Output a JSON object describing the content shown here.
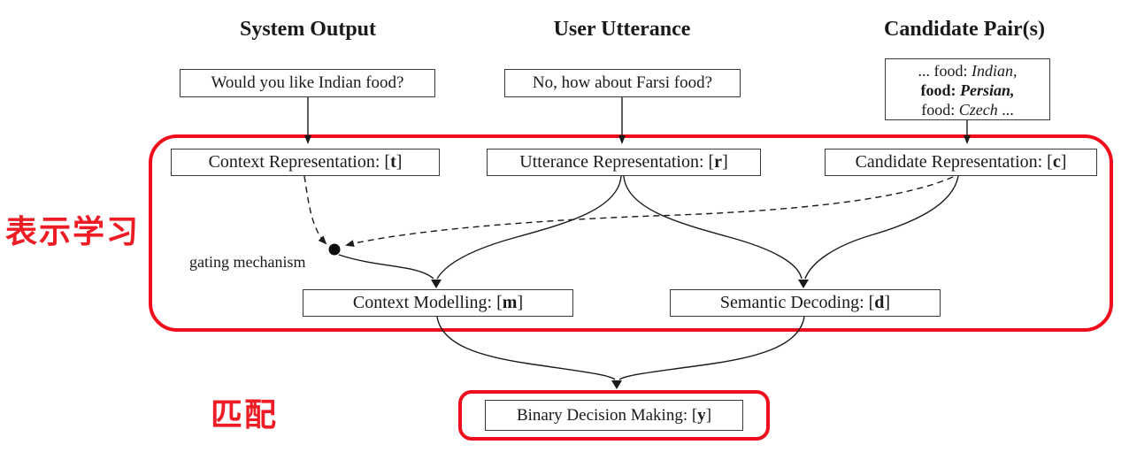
{
  "colors": {
    "accent_red": "#ee1c25",
    "frame_red": "#f10e1c",
    "ink": "#1a1a1a",
    "box_border": "#3a3a3a"
  },
  "headers": {
    "system_output": "System Output",
    "user_utterance": "User Utterance",
    "candidate_pairs": "Candidate Pair(s)"
  },
  "input_boxes": {
    "system_output_text": "Would you like Indian food?",
    "user_utterance_text": "No, how about Farsi food?"
  },
  "candidate_box": {
    "line1_prefix": "... food: ",
    "line1_value": "Indian,",
    "line2_prefix": "food: ",
    "line2_value": "Persian,",
    "line3_prefix": "food: ",
    "line3_value": "Czech",
    "line3_suffix": " ..."
  },
  "representation_boxes": {
    "context": {
      "prefix": "Context Representation: [",
      "key": "t",
      "suffix": "]"
    },
    "utterance": {
      "prefix": "Utterance Representation: [",
      "key": "r",
      "suffix": "]"
    },
    "candidate": {
      "prefix": "Candidate Representation: [",
      "key": "c",
      "suffix": "]"
    }
  },
  "processing_boxes": {
    "context_modelling": {
      "prefix": "Context Modelling: [",
      "key": "m",
      "suffix": "]"
    },
    "semantic_decoding": {
      "prefix": "Semantic Decoding: [",
      "key": "d",
      "suffix": "]"
    }
  },
  "output_box": {
    "prefix": "Binary Decision Making: [",
    "key": "y",
    "suffix": "]"
  },
  "annotations": {
    "gating_label": "gating mechanism",
    "representation_learning_zh": "表示学习",
    "matching_zh": "匹配"
  }
}
